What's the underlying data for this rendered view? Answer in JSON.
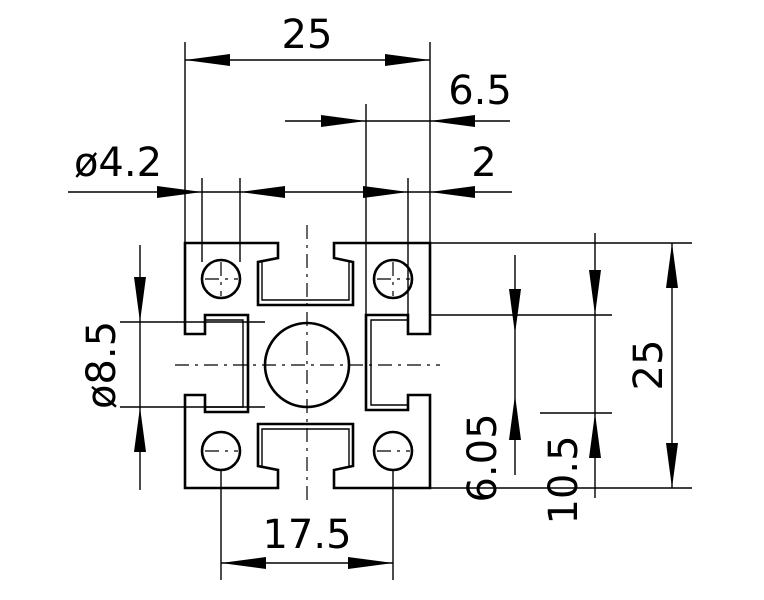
{
  "drawing": {
    "dimensions": {
      "overall_width": "25",
      "slot_offset": "6.5",
      "hole_diameter": "ø4.2",
      "wall_thickness": "2",
      "bore_diameter": "ø8.5",
      "slot_width": "6.05",
      "slot_depth": "10.5",
      "overall_height": "25",
      "hole_spacing": "17.5"
    }
  }
}
